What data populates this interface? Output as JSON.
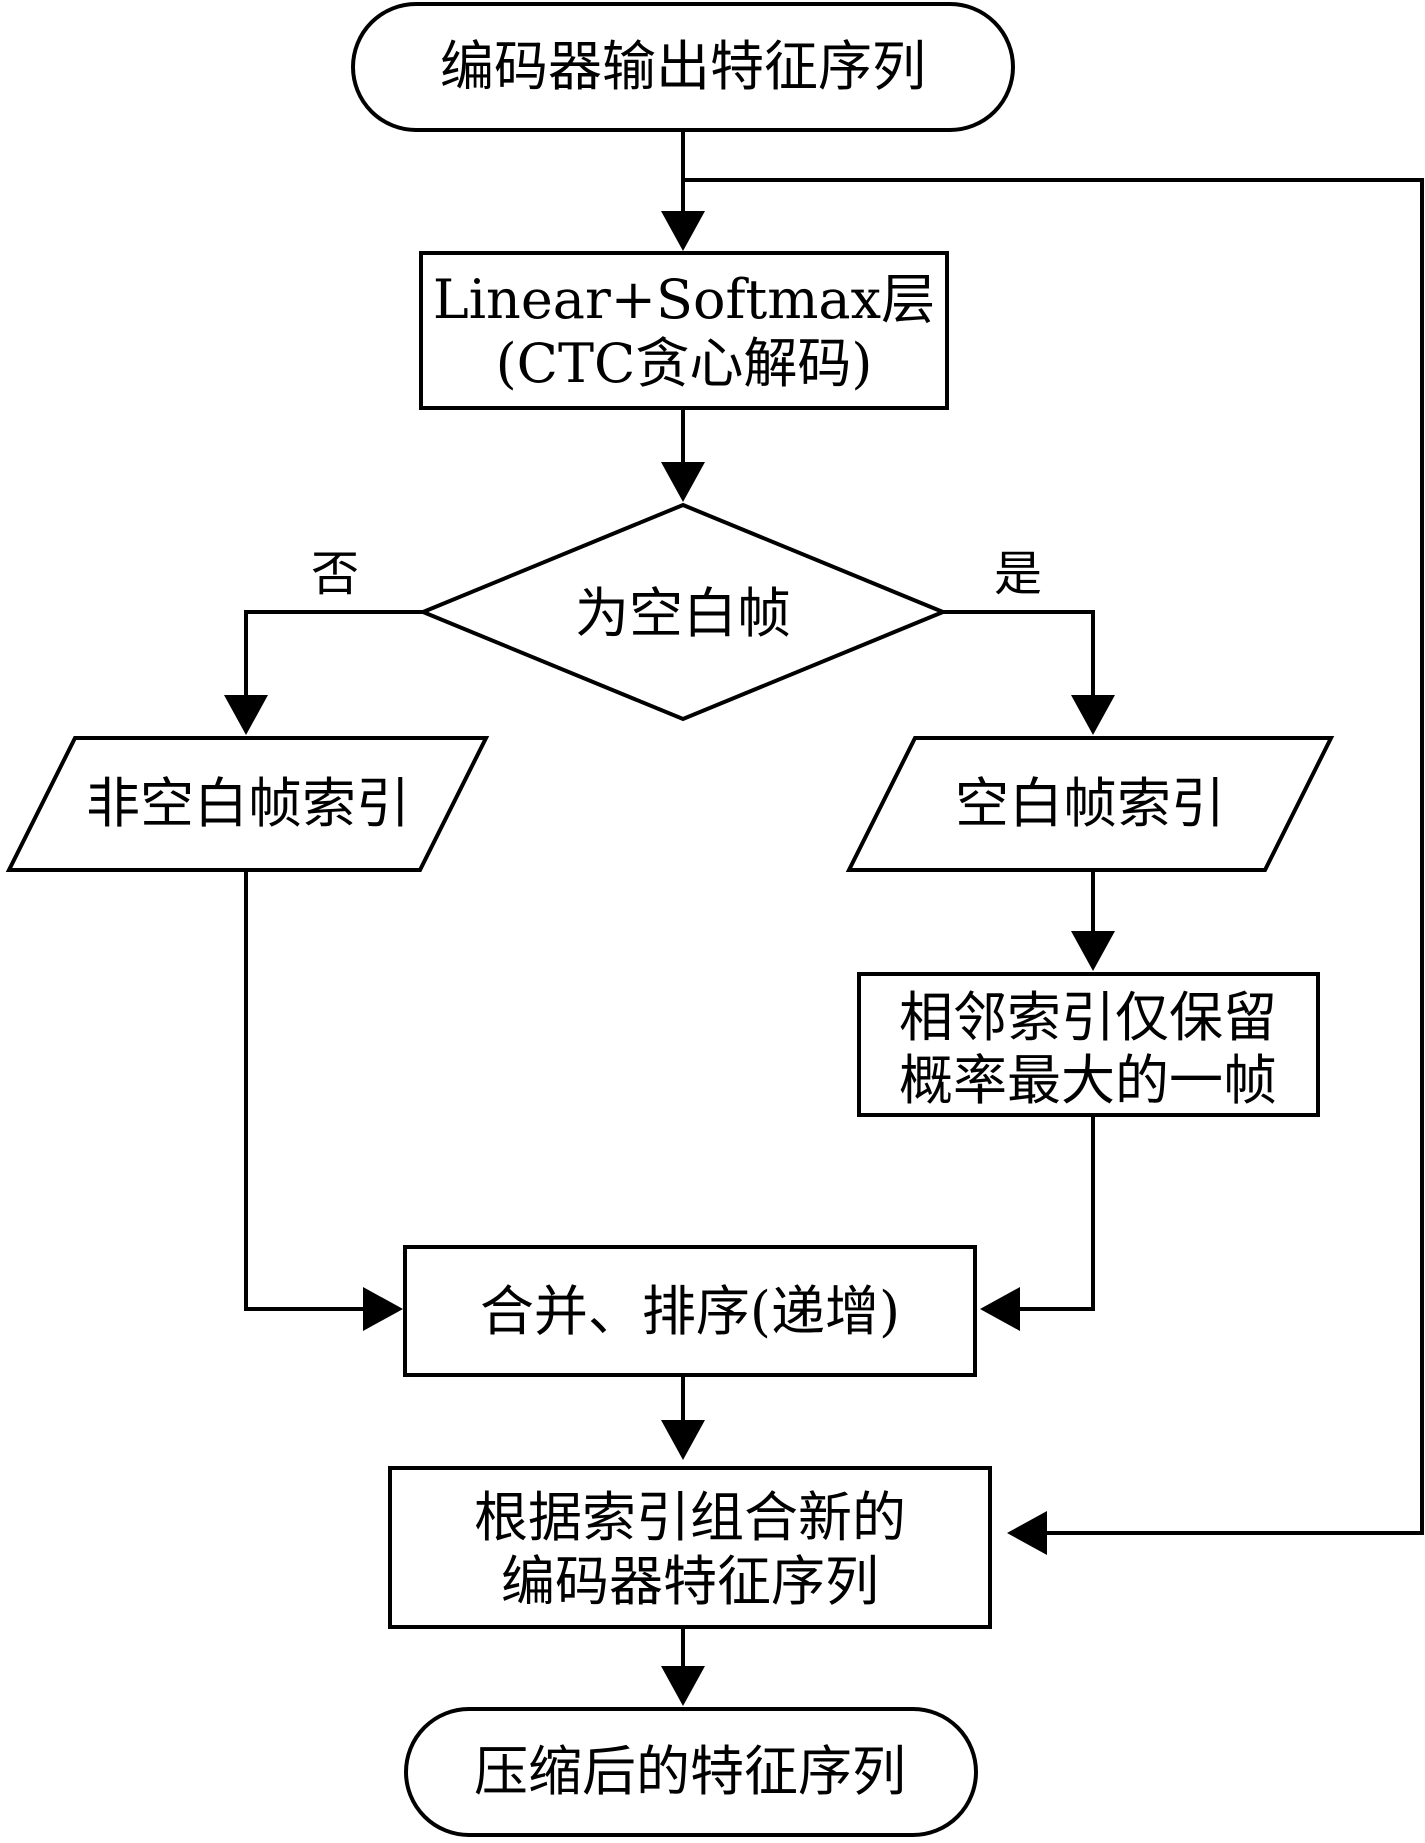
{
  "nodes": {
    "start": {
      "text": "编码器输出特征序列"
    },
    "linear_softmax": {
      "line1": "Linear+Softmax层",
      "line2": "(CTC贪心解码)"
    },
    "decision": {
      "text": "为空白帧"
    },
    "non_blank_index": {
      "text": "非空白帧索引"
    },
    "blank_index": {
      "text": "空白帧索引"
    },
    "keep_max": {
      "line1": "相邻索引仅保留",
      "line2": "概率最大的一帧"
    },
    "merge_sort": {
      "text": "合并、排序(递增)"
    },
    "recombine": {
      "line1": "根据索引组合新的",
      "line2": "编码器特征序列"
    },
    "end": {
      "text": "压缩后的特征序列"
    }
  },
  "branches": {
    "no": "否",
    "yes": "是"
  }
}
